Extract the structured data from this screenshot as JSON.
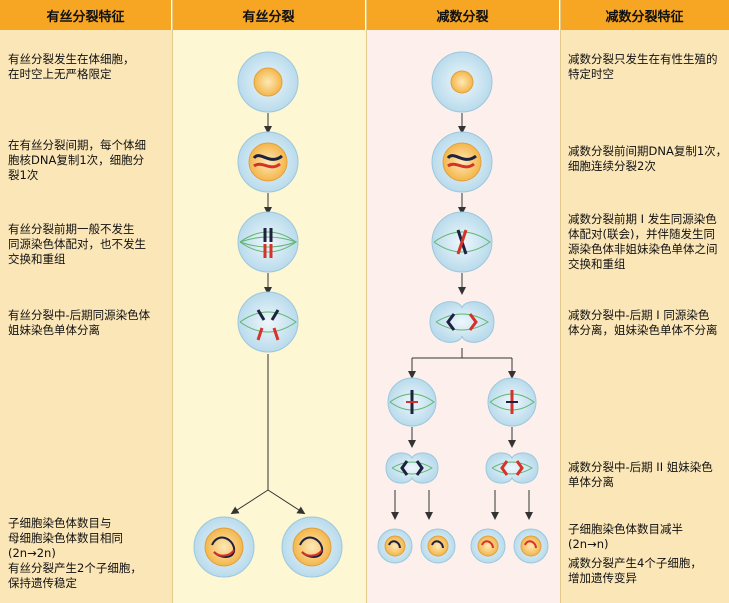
{
  "headers": {
    "mitosis_features": "有丝分裂特征",
    "mitosis": "有丝分裂",
    "meiosis": "减数分裂",
    "meiosis_features": "减数分裂特征"
  },
  "mitosis_features": [
    "有丝分裂发生在体细胞，\n在时空上无严格限定",
    "在有丝分裂间期，每个体细\n胞核DNA复制1次，细胞分\n裂1次",
    "有丝分裂前期一般不发生\n同源染色体配对，也不发生\n交换和重组",
    "有丝分裂中-后期同源染色体\n姐妹染色单体分离",
    "子细胞染色体数目与\n母细胞染色体数目相同\n(2n→2n)\n有丝分裂产生2个子细胞，\n保持遗传稳定"
  ],
  "meiosis_features": [
    "减数分裂只发生在有性生殖的\n特定时空",
    "减数分裂前间期DNA复制1次，\n细胞连续分裂2次",
    "减数分裂前期 I 发生同源染色\n体配对(联会)，并伴随发生同\n源染色体非姐妹染色单体之间\n交换和重组",
    "减数分裂中-后期 I 同源染色\n体分离，姐妹染色单体不分离",
    "减数分裂中-后期 II 姐妹染色\n单体分离",
    "子细胞染色体数目减半\n(2n→n)",
    "减数分裂产生4个子细胞，\n增加遗传变异"
  ],
  "colors": {
    "header": "#f6a623",
    "side": "#fbe6b8",
    "mitosis_bg": "#fdf7d4",
    "meiosis_bg": "#fdf0ec",
    "cell": "#cfe6f2",
    "nucleus": "#f7c86a",
    "chrom_red": "#d6322a",
    "chrom_dark": "#1e2140",
    "spindle": "#5fb56f"
  }
}
